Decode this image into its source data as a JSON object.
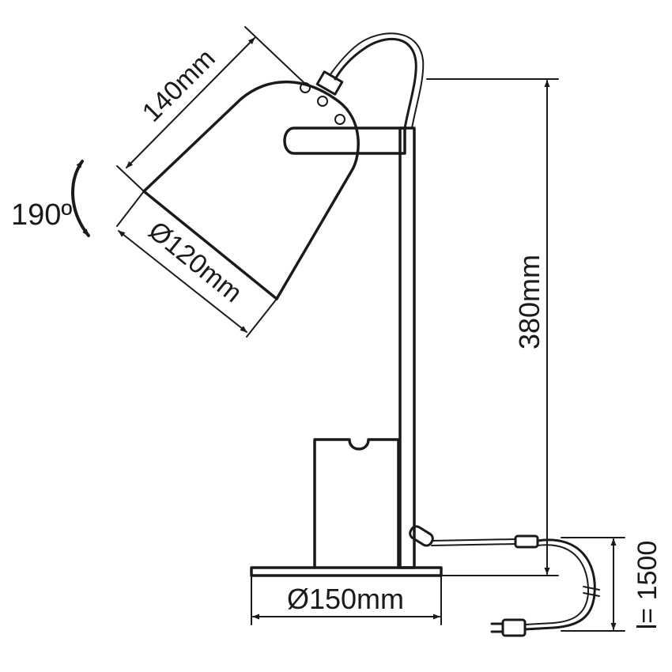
{
  "diagram": {
    "dimensions": {
      "shade_length": "140mm",
      "rotation": "190º",
      "shade_diameter": "Ø120mm",
      "height": "380mm",
      "base_diameter": "Ø150mm",
      "cable_length": "l= 1500"
    }
  }
}
